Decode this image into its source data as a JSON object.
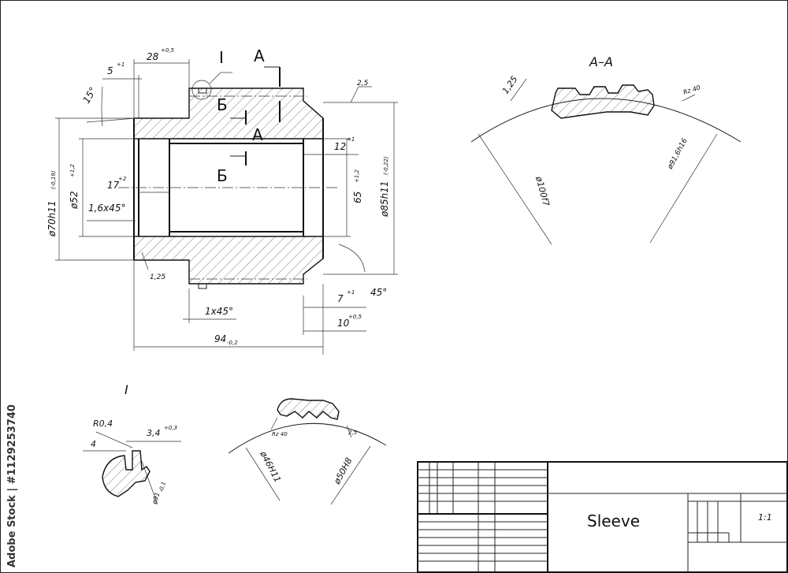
{
  "title_block": {
    "part_name": "Sleeve",
    "scale": "1:1"
  },
  "section_labels": {
    "aa": "A–A",
    "a_top": "A",
    "a_mid": "A",
    "b_top": "Б",
    "b_mid": "Б",
    "detail": "I",
    "detail_mark": "I"
  },
  "dimensions": {
    "d28": "28",
    "d28_tol": "+0,5",
    "d5": "5",
    "d5_tol": "+1",
    "ang15": "15°",
    "d70": "ø70h11",
    "d70_tol": "(-0,19)",
    "d52": "ø52",
    "d52_tol": "+1,2",
    "d17": "17",
    "d17_tol": "+2",
    "ch16": "1,6x45°",
    "d12": "12",
    "d12_tol": "+1",
    "d65": "65",
    "d65_tol": "+1,2",
    "d85": "ø85h11",
    "d85_tol": "(-0,22)",
    "r25a": "2,5",
    "r125a": "1,25",
    "ang45": "45°",
    "d7": "7",
    "d7_tol": "+1",
    "ch1": "1x45°",
    "d10": "10",
    "d10_tol": "+0,5",
    "d94": "94",
    "d94_tol": "-0,2",
    "r125b": "1,25",
    "aa_r125": "1,25",
    "aa_rz": "Rz 40",
    "aa_d100": "ø100f7",
    "aa_d91": "ø91,6h16",
    "det_r04": "R0,4",
    "det_4": "4",
    "det_34": "3,4",
    "det_34_tol": "+0,3",
    "det_d91": "ø91",
    "det_d91_tol": "-0,1",
    "sec2_rz": "Rz 40",
    "sec2_25": "2,5",
    "sec2_d46": "ø46H11",
    "sec2_d50": "ø50H8"
  },
  "watermark": "Adobe Stock | #1129253740"
}
